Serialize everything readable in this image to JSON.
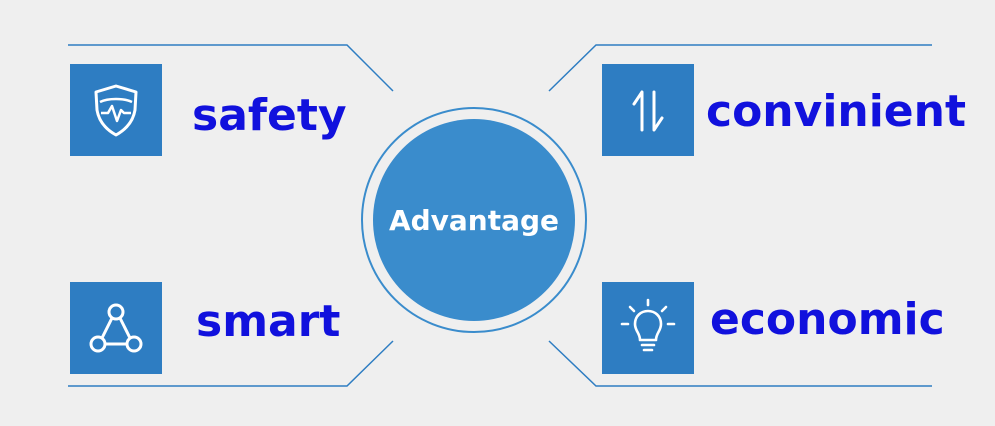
{
  "center": {
    "label": "Advantage"
  },
  "features": {
    "safety": {
      "label": "safety",
      "icon": "shield-heartbeat-icon"
    },
    "convenient": {
      "label": "convinient",
      "icon": "up-down-arrows-icon"
    },
    "smart": {
      "label": "smart",
      "icon": "triangle-nodes-icon"
    },
    "economic": {
      "label": "economic",
      "icon": "light-bulb-icon"
    }
  },
  "colors": {
    "background": "#efefef",
    "icon_box": "#2e7dc2",
    "center_fill": "#3a8ccc",
    "label_text": "#1111dd",
    "connector": "#2e7dc2"
  }
}
